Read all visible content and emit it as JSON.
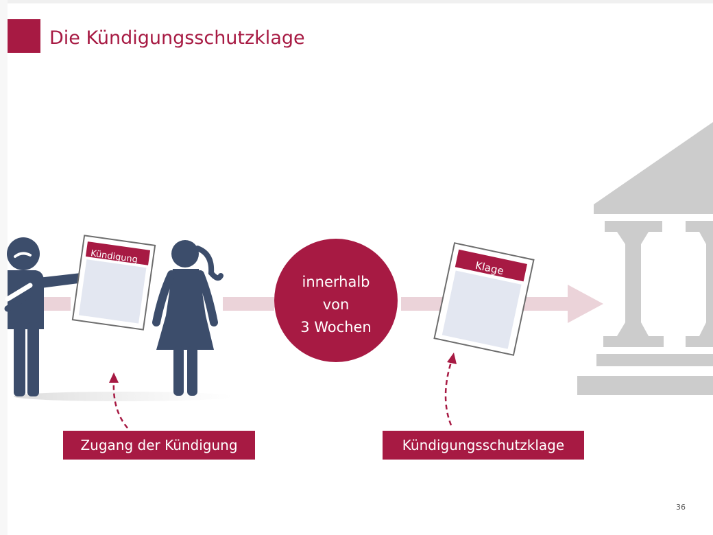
{
  "slide": {
    "title": "Die Kündigungsschutzklage",
    "page_number": "36"
  },
  "diagram": {
    "notice_document_label": "Kündigung",
    "lawsuit_document_label": "Klage",
    "deadline_circle": [
      "innerhalb",
      "von",
      "3 Wochen"
    ],
    "step_labels": {
      "receipt": "Zugang der Kündigung",
      "lawsuit": "Kündigungsschutzklage"
    },
    "icons": [
      "employer-person-icon",
      "employee-woman-icon",
      "courthouse-icon",
      "document-icon",
      "arrow-icon"
    ]
  },
  "colors": {
    "accent": "#a71a43",
    "figure": "#3c4d6b",
    "arrow_band": "#ebd3d9",
    "courthouse": "#cccccc",
    "document_body": "#e3e7f1"
  }
}
